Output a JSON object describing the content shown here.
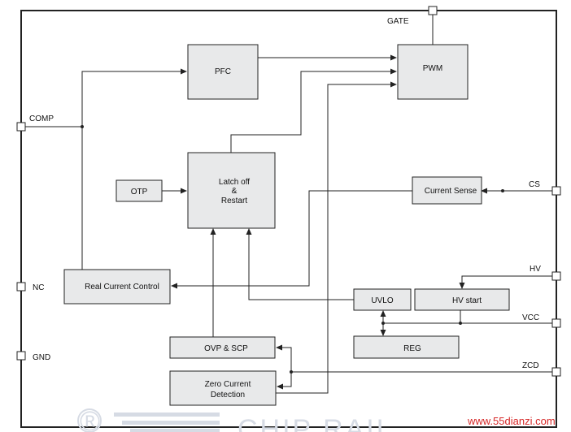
{
  "diagram": {
    "pins": {
      "gate": "GATE",
      "comp": "COMP",
      "nc": "NC",
      "gnd": "GND",
      "cs": "CS",
      "hv": "HV",
      "vcc": "VCC",
      "zcd": "ZCD"
    },
    "blocks": {
      "pfc": "PFC",
      "pwm": "PWM",
      "otp": "OTP",
      "latch_1": "Latch off",
      "latch_2": "&",
      "latch_3": "Restart",
      "current_sense": "Current Sense",
      "real_current_control": "Real Current Control",
      "uvlo": "UVLO",
      "hv_start": "HV start",
      "reg": "REG",
      "ovp_scp": "OVP & SCP",
      "zcd_1": "Zero Current",
      "zcd_2": "Detection"
    }
  },
  "watermark": {
    "logo_text": "CHIP RAIL",
    "registered": "®",
    "url": "www.55dianzi.com"
  },
  "colors": {
    "block_fill": "#e8e9ea",
    "line": "#222222",
    "watermark": "#d6dbe4",
    "url": "#d62828"
  }
}
